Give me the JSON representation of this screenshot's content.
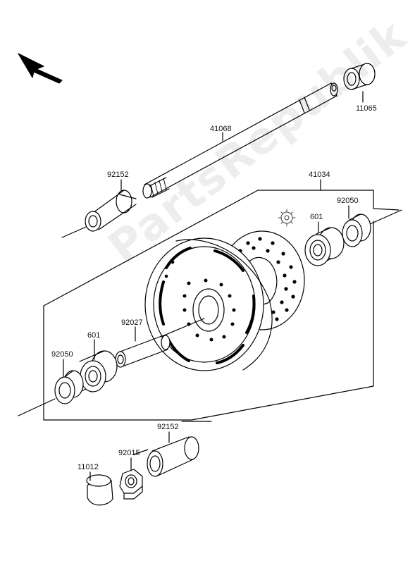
{
  "diagram": {
    "watermark": "PartsRepublik",
    "parts": [
      {
        "id": "p11065",
        "number": "11065"
      },
      {
        "id": "p41068",
        "number": "41068"
      },
      {
        "id": "p92152a",
        "number": "92152"
      },
      {
        "id": "p41034",
        "number": "41034"
      },
      {
        "id": "p601a",
        "number": "601"
      },
      {
        "id": "p92050a",
        "number": "92050"
      },
      {
        "id": "p92027",
        "number": "92027"
      },
      {
        "id": "p601b",
        "number": "601"
      },
      {
        "id": "p92050b",
        "number": "92050"
      },
      {
        "id": "p92152b",
        "number": "92152"
      },
      {
        "id": "p92015",
        "number": "92015"
      },
      {
        "id": "p11012",
        "number": "11012"
      }
    ]
  }
}
